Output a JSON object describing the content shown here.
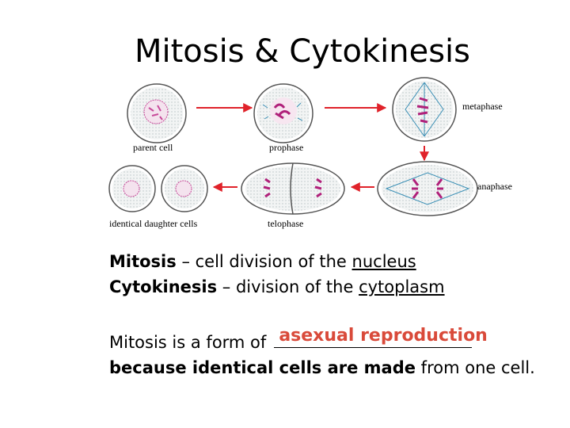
{
  "title": "Mitosis & Cytokinesis",
  "stages": {
    "parent": "parent cell",
    "prophase": "prophase",
    "metaphase": "metaphase",
    "anaphase": "anaphase",
    "telophase": "telophase",
    "daughters": "identical daughter cells"
  },
  "definitions": {
    "mitosis_term": "Mitosis",
    "mitosis_text": " – cell division of the ",
    "mitosis_key": "nucleus",
    "cyto_term": "Cytokinesis",
    "cyto_text": " – division of the ",
    "cyto_key": "cytoplasm"
  },
  "question": {
    "prefix": "Mitosis is a form of",
    "answer": "asexual reproduction",
    "line2_bold": "because identical cells are made",
    "line2_rest": " from one cell."
  },
  "colors": {
    "arrow": "#e0222a",
    "answer": "#d94a3a",
    "chromosome": "#b0207a",
    "spindle": "#3a8fb5"
  }
}
